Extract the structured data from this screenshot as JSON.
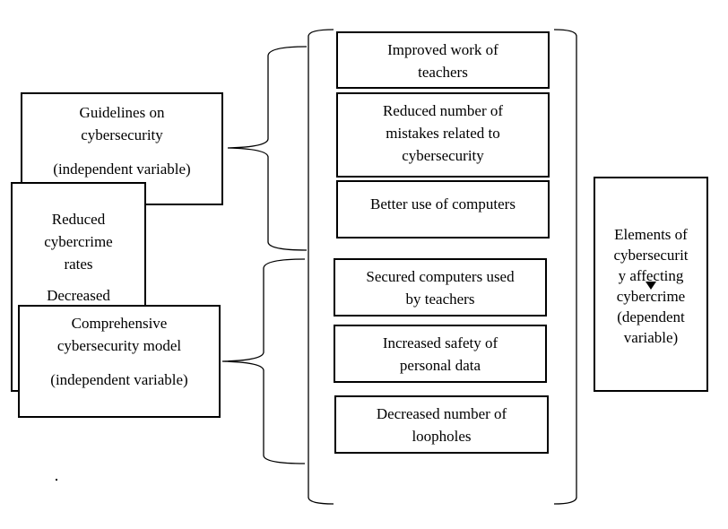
{
  "independent_boxes": {
    "guidelines": {
      "title_lines": [
        "Guidelines on",
        "cybersecurity"
      ],
      "role": "(independent variable)"
    },
    "comprehensive_model": {
      "title_lines": [
        "Comprehensive",
        "cybersecurity model"
      ],
      "role": "(independent variable)"
    }
  },
  "hidden_box": {
    "lines": [
      "Reduced",
      "cybercrime",
      "rates",
      "Decreased"
    ]
  },
  "outcomes_group_1": [
    {
      "lines": [
        "Improved work of",
        "teachers"
      ]
    },
    {
      "lines": [
        "Reduced number of",
        "mistakes related to",
        "cybersecurity"
      ]
    },
    {
      "lines": [
        "Better use of computers"
      ]
    }
  ],
  "outcomes_group_2": [
    {
      "lines": [
        "Secured computers used",
        "by teachers"
      ]
    },
    {
      "lines": [
        "Increased safety of",
        "personal data"
      ]
    },
    {
      "lines": [
        "Decreased number of",
        "loopholes"
      ]
    }
  ],
  "dependent_box": {
    "lines": [
      "Elements of",
      "cybersecurit",
      "y affecting",
      "cybercrime",
      "(dependent",
      "variable)"
    ]
  }
}
